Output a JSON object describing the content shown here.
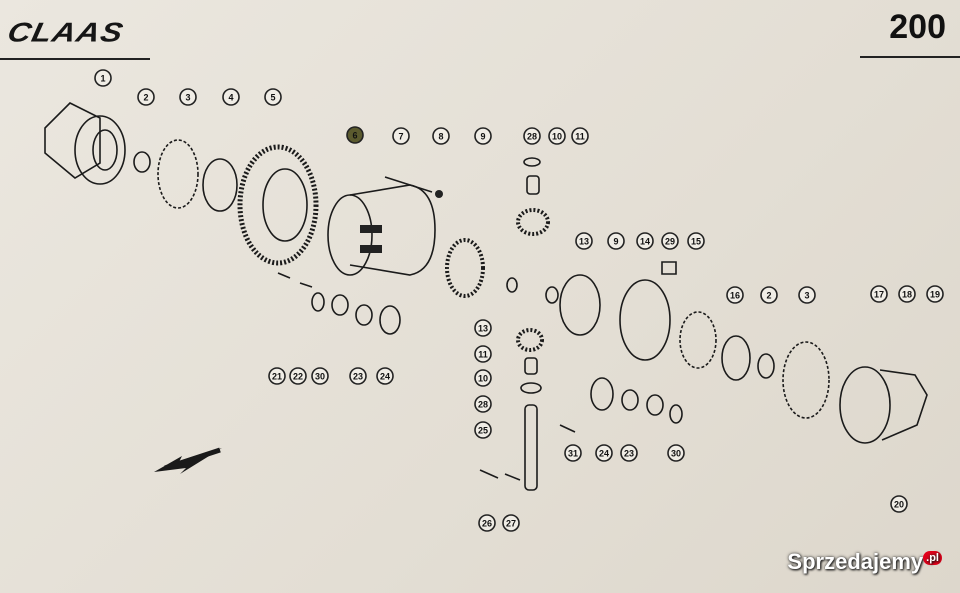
{
  "header": {
    "brand": "CLAAS",
    "page_number": "200"
  },
  "callouts": [
    "1",
    "2",
    "3",
    "4",
    "5",
    "6",
    "7",
    "8",
    "9",
    "28",
    "10",
    "11",
    "13",
    "9",
    "14",
    "29",
    "15",
    "16",
    "2",
    "3",
    "17",
    "18",
    "19",
    "13",
    "11",
    "10",
    "28",
    "25",
    "21",
    "22",
    "30",
    "23",
    "24",
    "31",
    "24",
    "23",
    "30",
    "20",
    "26",
    "27"
  ],
  "highlighted_callout": "6",
  "watermark": {
    "text": "Sprzedajemy",
    "suffix": ".pl"
  }
}
